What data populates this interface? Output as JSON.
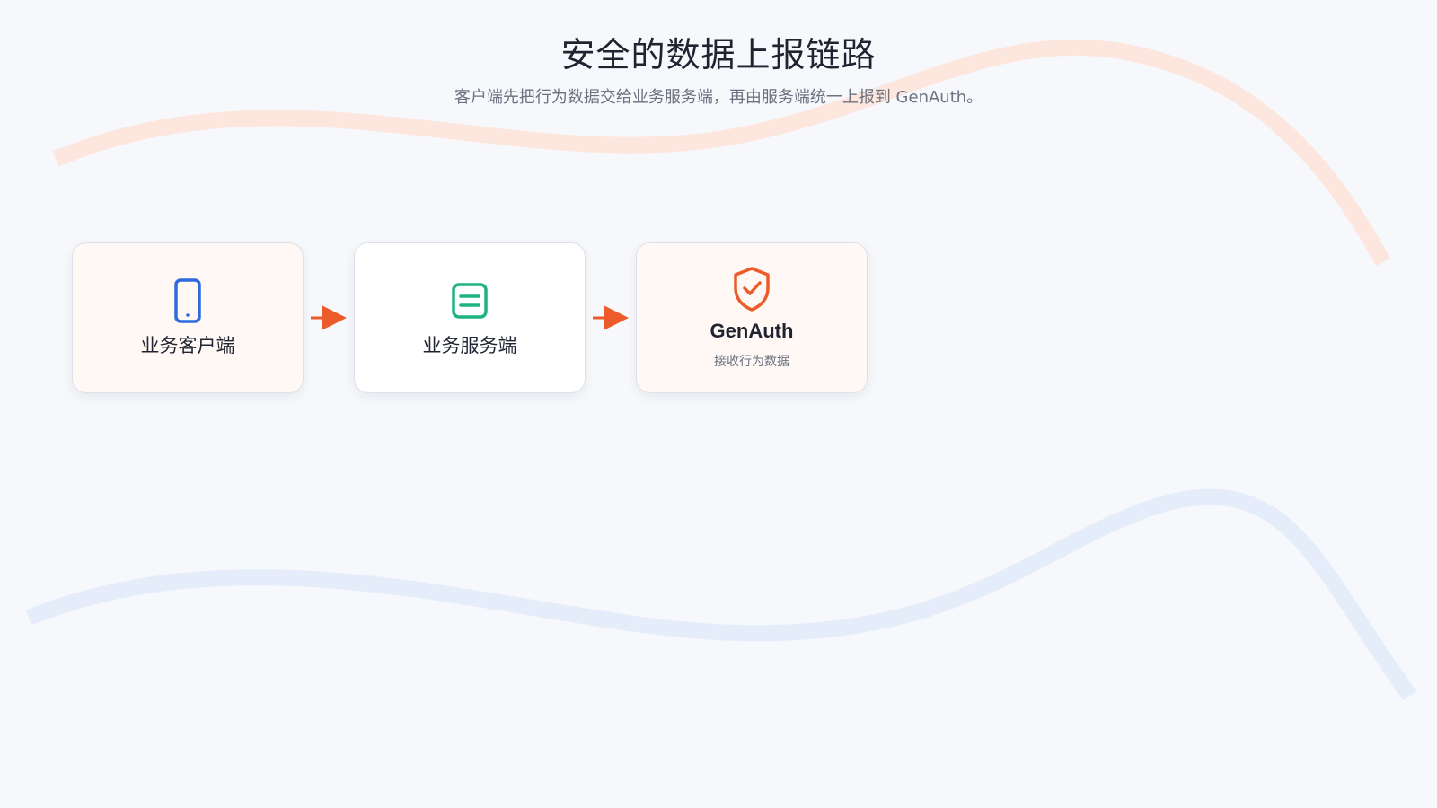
{
  "header": {
    "title": "安全的数据上报链路",
    "subtitle": "客户端先把行为数据交给业务服务端，再由服务端统一上报到 GenAuth。"
  },
  "flow": {
    "nodes": [
      {
        "label": "业务客户端",
        "icon": "phone-icon",
        "icon_color": "#2f6ae0"
      },
      {
        "label": "业务服务端",
        "icon": "document-icon",
        "icon_color": "#1fb384"
      },
      {
        "label": "GenAuth",
        "sublabel": "接收行为数据",
        "icon": "shield-check-icon",
        "icon_color": "#ec5b2a"
      }
    ],
    "arrow_color": "#ec5b2a"
  },
  "colors": {
    "background": "#f6f8fb",
    "wave_warm": "#fde6de",
    "wave_cool": "#e5edfb"
  }
}
